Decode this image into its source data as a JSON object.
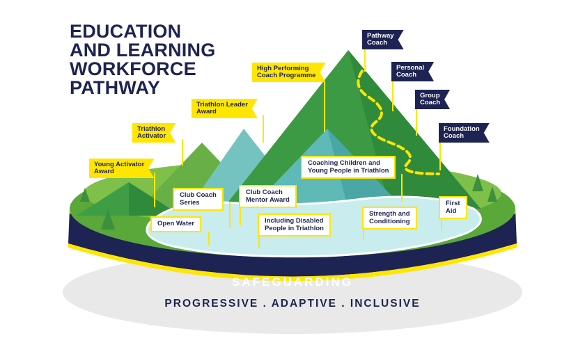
{
  "title": {
    "line1": "EDUCATION",
    "line2": "AND LEARNING",
    "line3": "WORKFORCE",
    "line4": "PATHWAY"
  },
  "flags": {
    "young_activator": {
      "line1": "Young Activator",
      "line2": "Award"
    },
    "triathlon_activator": {
      "line1": "Triathlon",
      "line2": "Activator"
    },
    "triathlon_leader": {
      "line1": "Triathlon Leader",
      "line2": "Award"
    },
    "high_performing": {
      "line1": "High Performing",
      "line2": "Coach Programme"
    },
    "pathway_coach": {
      "line1": "Pathway",
      "line2": "Coach"
    },
    "personal_coach": {
      "line1": "Personal",
      "line2": "Coach"
    },
    "group_coach": {
      "line1": "Group",
      "line2": "Coach"
    },
    "foundation_coach": {
      "line1": "Foundation",
      "line2": "Coach"
    }
  },
  "labels": {
    "coaching_children": {
      "line1": "Coaching Children and",
      "line2": "Young People in Triathlon"
    },
    "club_coach_series": {
      "line1": "Club Coach",
      "line2": "Series"
    },
    "club_coach_mentor": {
      "line1": "Club Coach",
      "line2": "Mentor Award"
    },
    "open_water": {
      "line1": "Open Water"
    },
    "including_disabled": {
      "line1": "Including Disabled",
      "line2": "People in Triathlon"
    },
    "strength_conditioning": {
      "line1": "Strength and",
      "line2": "Conditioning"
    },
    "first_aid": {
      "line1": "First",
      "line2": "Aid"
    }
  },
  "base": {
    "safeguarding": "SAFEGUARDING",
    "tagline": "PROGRESSIVE . ADAPTIVE . INCLUSIVE"
  },
  "colors": {
    "navy": "#1d2352",
    "yellow": "#ffe600",
    "green_dark": "#2f8a3c",
    "green_light": "#7fc04a",
    "teal": "#6fc6c4",
    "water": "#c9ecee"
  }
}
